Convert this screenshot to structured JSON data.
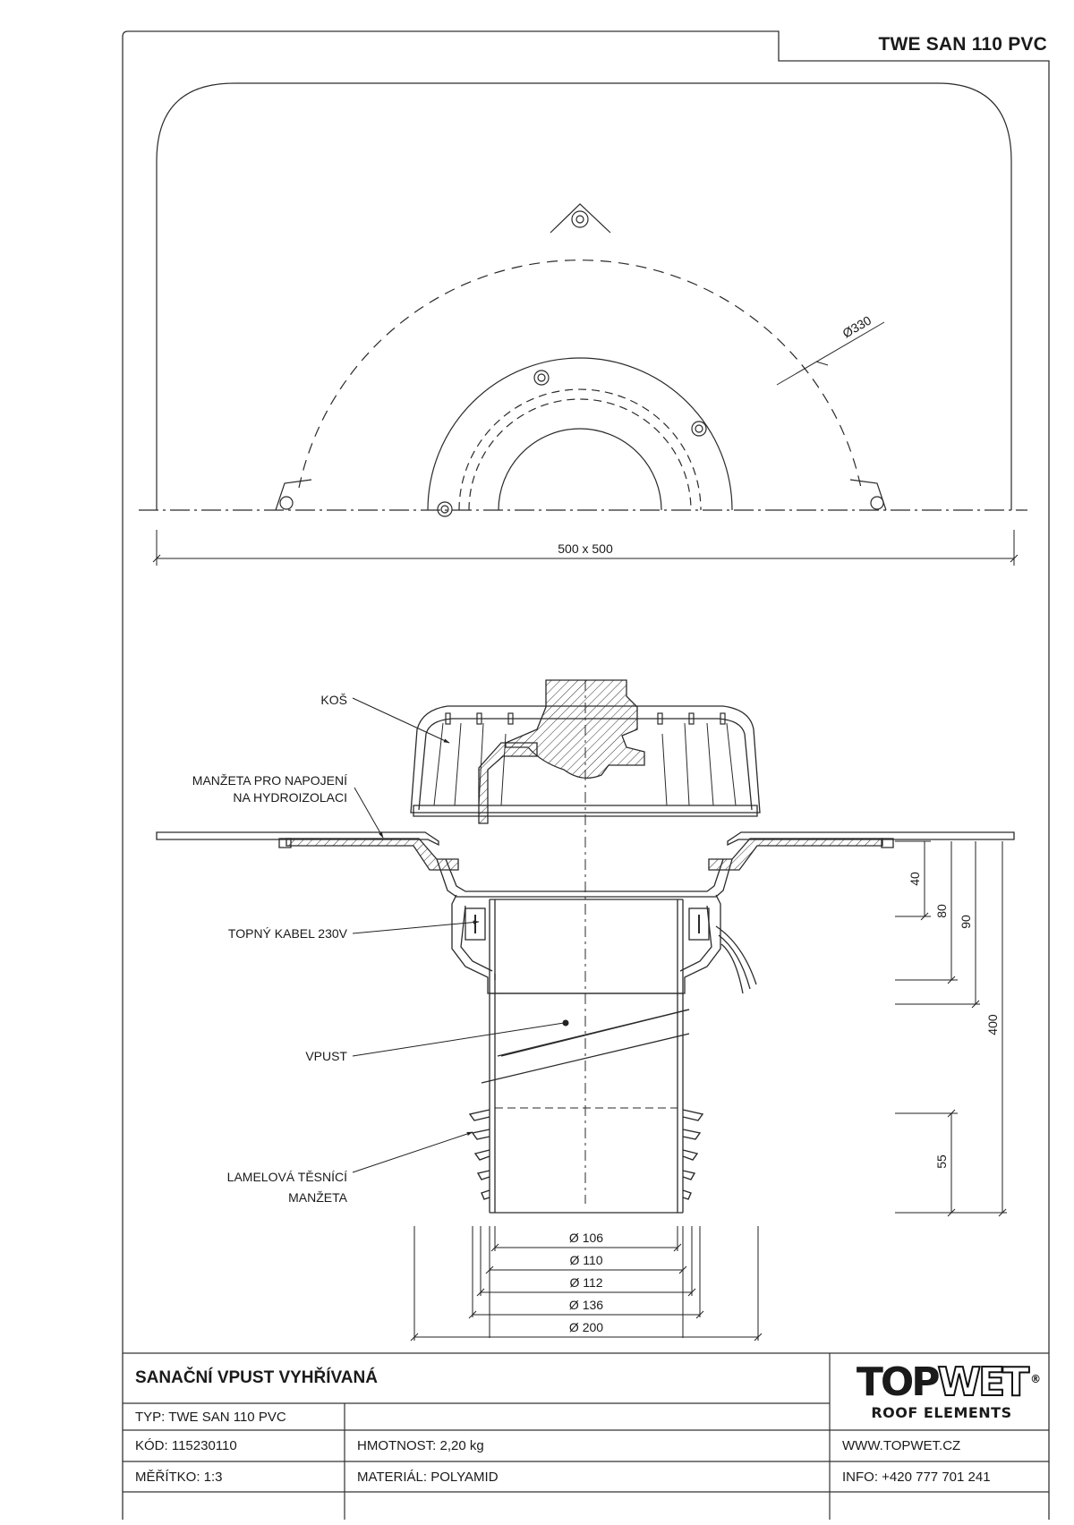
{
  "header": {
    "product_code": "TWE SAN 110 PVC"
  },
  "top_view": {
    "dim_overall": "500 x 500",
    "dim_diameter": "Ø330"
  },
  "section": {
    "labels": {
      "kos": "KOŠ",
      "manzeta_line1": "MANŽETA PRO NAPOJENÍ",
      "manzeta_line2": "NA HYDROIZOLACI",
      "topny_kabel": "TOPNÝ KABEL 230V",
      "vpust": "VPUST",
      "lamelova_line1": "LAMELOVÁ TĚSNÍCÍ",
      "lamelova_line2": "MANŽETA"
    },
    "heights": {
      "h40": "40",
      "h80": "80",
      "h90": "90",
      "h400": "400",
      "h55": "55"
    },
    "diameters": {
      "d106": "Ø 106",
      "d110": "Ø 110",
      "d112": "Ø 112",
      "d136": "Ø 136",
      "d200": "Ø 200"
    }
  },
  "title_block": {
    "title": "SANAČNÍ VPUST VYHŘÍVANÁ",
    "typ": "TYP: TWE SAN 110 PVC",
    "kod": "KÓD: 115230110",
    "hmotnost": "HMOTNOST:  2,20 kg",
    "meritko": "MĚŘÍTKO: 1:3",
    "material": "MATERIÁL: POLYAMID",
    "web": "WWW.TOPWET.CZ",
    "info": "INFO: +420 777 701 241",
    "logo_top": "TOP",
    "logo_wet": "WET",
    "logo_reg": "®",
    "logo_sub": "ROOF ELEMENTS"
  }
}
